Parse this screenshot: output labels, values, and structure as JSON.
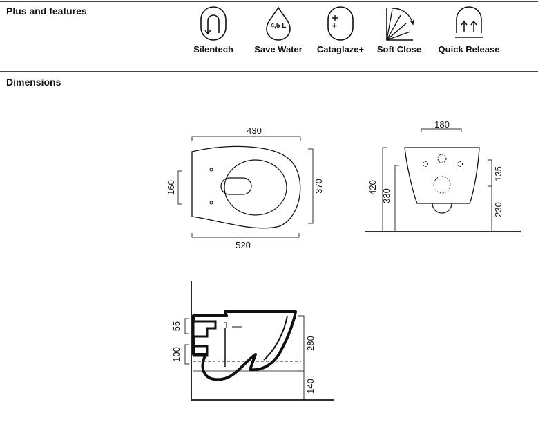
{
  "plus": {
    "title": "Plus and features",
    "features": [
      {
        "icon": "silentech-icon",
        "label": "Silentech"
      },
      {
        "icon": "water-drop-icon",
        "label": "Save Water",
        "icon_text": "4,5 L"
      },
      {
        "icon": "cataglaze-icon",
        "label": "Cataglaze+"
      },
      {
        "icon": "soft-close-icon",
        "label": "Soft Close"
      },
      {
        "icon": "quick-release-icon",
        "label": "Quick Release"
      }
    ]
  },
  "dimensions": {
    "title": "Dimensions",
    "top_view": {
      "width": "430",
      "length": "520",
      "height": "370",
      "inner": "160"
    },
    "front_view": {
      "width": "180",
      "total": "420",
      "fix": "330",
      "upper": "135",
      "lower": "230"
    },
    "side_view": {
      "a": "55",
      "b": "100",
      "c": "280",
      "d": "140"
    }
  }
}
